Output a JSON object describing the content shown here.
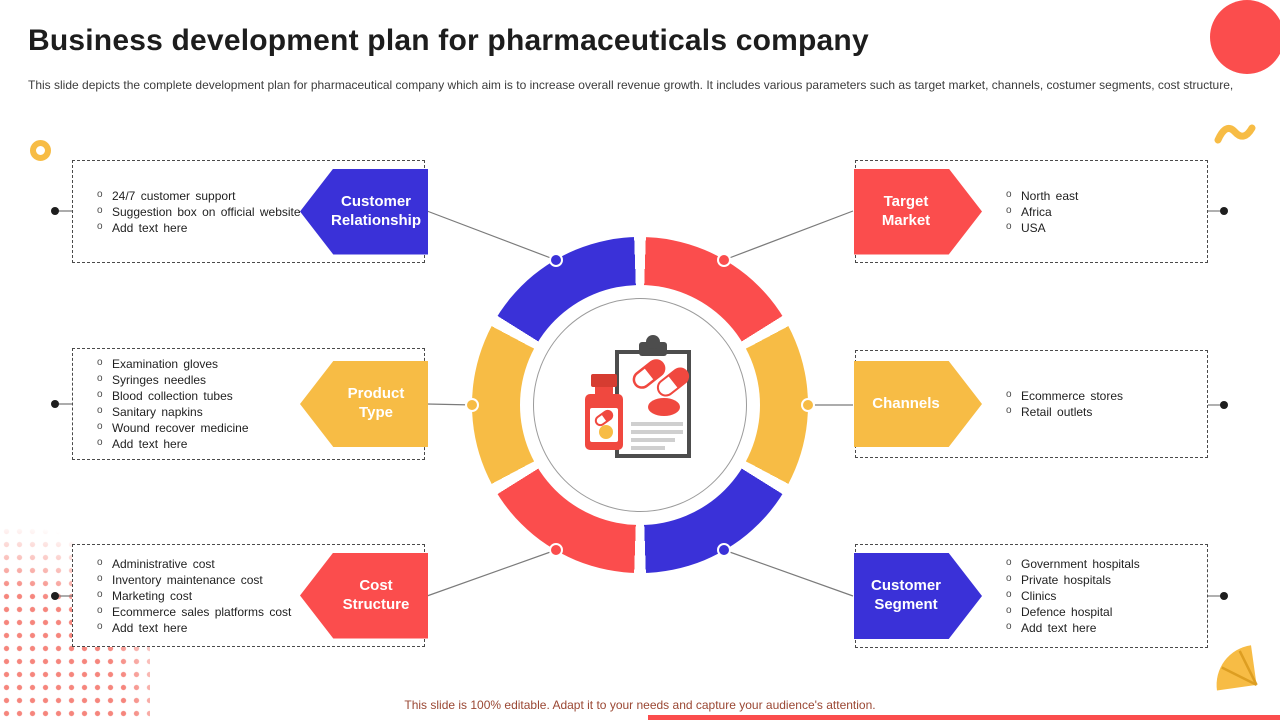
{
  "slide": {
    "title": "Business development plan for pharmaceuticals company",
    "subtitle": "This slide depicts the complete development plan for pharmaceutical company which aim is to increase overall revenue growth. It  includes various parameters such as target market, channels, costumer segments, cost structure,",
    "footer": "This slide is 100% editable. Adapt it to your needs and capture your audience's attention."
  },
  "colors": {
    "blue": "#3a31d8",
    "red": "#fb4d4d",
    "yellow": "#f7bc45",
    "title": "#1d1d1d",
    "body": "#3c3c3c",
    "footer": "#9a4733"
  },
  "donut": {
    "segments_clockwise_from_top": [
      "red",
      "yellow",
      "blue",
      "red",
      "yellow",
      "blue"
    ],
    "center_icon": "medicine-clipboard"
  },
  "cards": {
    "left": [
      {
        "label": "Customer Relationship",
        "color": "blue",
        "items": [
          "24/7 customer support",
          "Suggestion box on official website",
          "Add text here"
        ]
      },
      {
        "label": "Product Type",
        "color": "yellow",
        "items": [
          "Examination gloves",
          "Syringes needles",
          "Blood collection tubes",
          "Sanitary napkins",
          "Wound recover medicine",
          "Add text here"
        ]
      },
      {
        "label": "Cost Structure",
        "color": "red",
        "items": [
          "Administrative cost",
          "Inventory maintenance cost",
          "Marketing cost",
          "Ecommerce sales platforms cost",
          "Add text here"
        ]
      }
    ],
    "right": [
      {
        "label": "Target Market",
        "color": "red",
        "items": [
          "North east",
          "Africa",
          "USA"
        ]
      },
      {
        "label": "Channels",
        "color": "yellow",
        "items": [
          "Ecommerce stores",
          "Retail outlets"
        ]
      },
      {
        "label": "Customer Segment",
        "color": "blue",
        "items": [
          "Government hospitals",
          "Private hospitals",
          "Clinics",
          "Defence hospital",
          "Add text here"
        ]
      }
    ]
  }
}
